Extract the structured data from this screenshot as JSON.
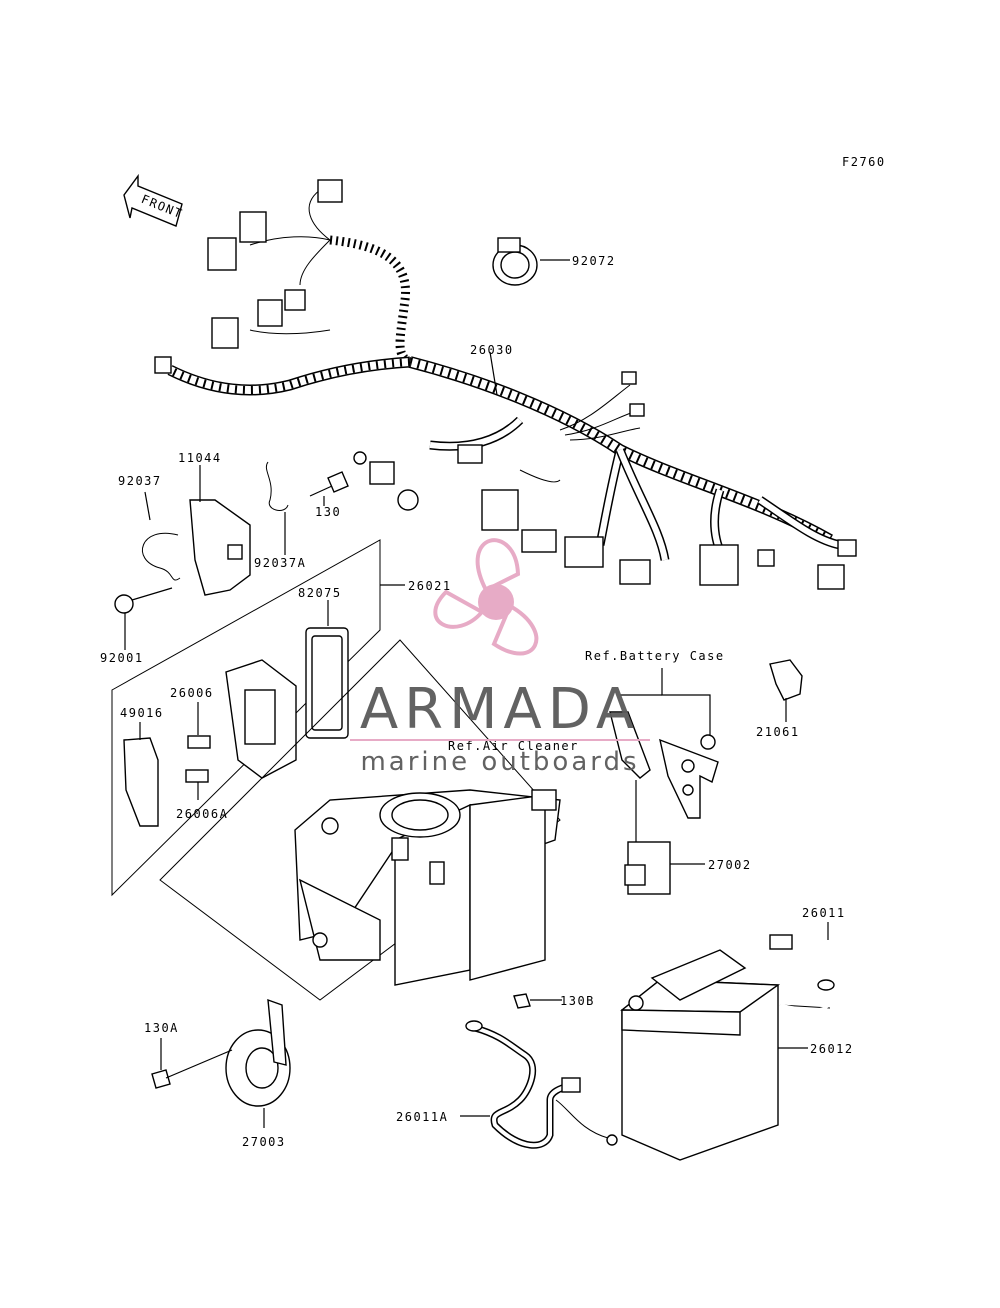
{
  "figure_id": "F2760",
  "front_arrow": "FRONT",
  "references": {
    "battery_case": "Ref.Battery Case",
    "air_cleaner": "Ref.Air Cleaner"
  },
  "parts": {
    "p92072": "92072",
    "p26030": "26030",
    "p11044": "11044",
    "p92037": "92037",
    "p130": "130",
    "p92037A": "92037A",
    "p92001": "92001",
    "p26021": "26021",
    "p82075": "82075",
    "p26006": "26006",
    "p49016": "49016",
    "p26006A": "26006A",
    "p21061": "21061",
    "p27002": "27002",
    "p26011": "26011",
    "p130A": "130A",
    "p130B": "130B",
    "p26012": "26012",
    "p26011A": "26011A",
    "p27003": "27003"
  },
  "watermark": {
    "brand": "ARMADA",
    "tagline": "marine outboards",
    "color": "#e6a7c3"
  }
}
